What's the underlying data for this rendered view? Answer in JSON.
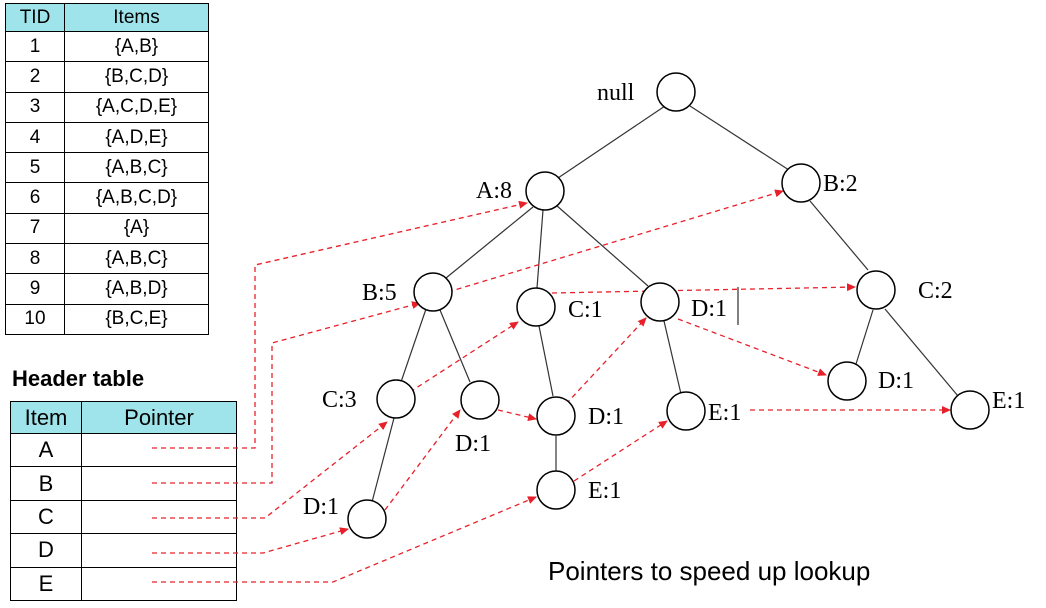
{
  "transactions": {
    "headers": [
      "TID",
      "Items"
    ],
    "rows": [
      [
        "1",
        "{A,B}"
      ],
      [
        "2",
        "{B,C,D}"
      ],
      [
        "3",
        "{A,C,D,E}"
      ],
      [
        "4",
        "{A,D,E}"
      ],
      [
        "5",
        "{A,B,C}"
      ],
      [
        "6",
        "{A,B,C,D}"
      ],
      [
        "7",
        "{A}"
      ],
      [
        "8",
        "{A,B,C}"
      ],
      [
        "9",
        "{A,B,D}"
      ],
      [
        "10",
        "{B,C,E}"
      ]
    ]
  },
  "header_table": {
    "title": "Header table",
    "headers": [
      "Item",
      "Pointer"
    ],
    "items": [
      "A",
      "B",
      "C",
      "D",
      "E"
    ]
  },
  "tree": {
    "nodes": [
      {
        "id": "null",
        "label": "null"
      },
      {
        "id": "a8",
        "label": "A:8"
      },
      {
        "id": "b2",
        "label": "B:2"
      },
      {
        "id": "b5",
        "label": "B:5"
      },
      {
        "id": "c1",
        "label": "C:1"
      },
      {
        "id": "d1a",
        "label": "D:1"
      },
      {
        "id": "c2",
        "label": "C:2"
      },
      {
        "id": "c3",
        "label": "C:3"
      },
      {
        "id": "d1b",
        "label": "D:1"
      },
      {
        "id": "d1c",
        "label": "D:1"
      },
      {
        "id": "e1a",
        "label": "E:1"
      },
      {
        "id": "d1d",
        "label": "D:1"
      },
      {
        "id": "e1b",
        "label": "E:1"
      },
      {
        "id": "d1e",
        "label": "D:1"
      },
      {
        "id": "e1c",
        "label": "E:1"
      }
    ],
    "pointer_color": "#e8202a"
  },
  "caption": "Pointers to speed up lookup"
}
